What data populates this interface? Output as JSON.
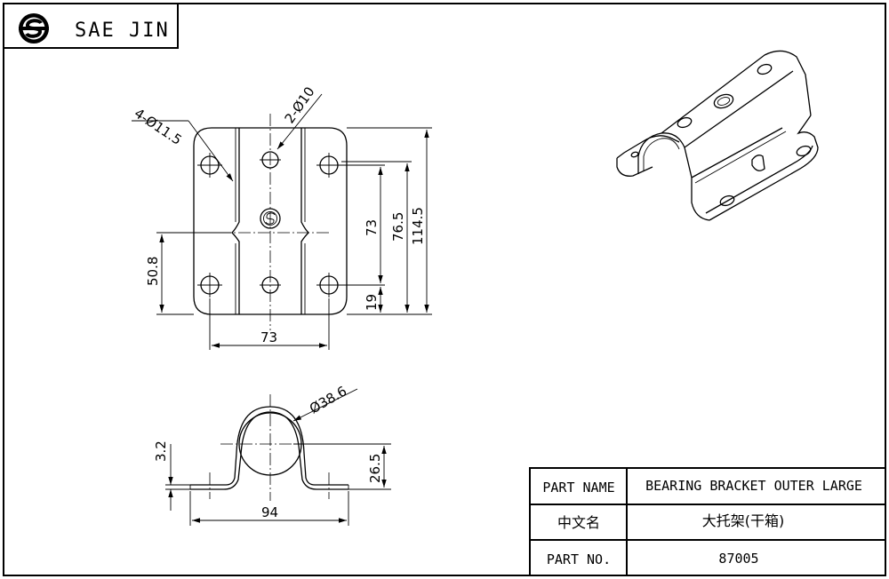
{
  "header": {
    "brand_name": "SAE JIN",
    "logo_icon": "sj-logo-icon"
  },
  "dimensions": {
    "hole_4": "4-Ø11.5",
    "hole_2": "2-Ø10",
    "height_73": "73",
    "height_76_5": "76.5",
    "height_114_5": "114.5",
    "height_50_8": "50.8",
    "height_19": "19",
    "width_73": "73",
    "diameter_38_6": "Ø38.6",
    "thickness_3_2": "3.2",
    "height_26_5": "26.5",
    "width_94": "94"
  },
  "title_block": {
    "part_name_label": "PART NAME",
    "part_name_value": "BEARING BRACKET OUTER LARGE",
    "chinese_name_label": "中文名",
    "chinese_name_value": "大托架(干箱)",
    "part_no_label": "PART NO.",
    "part_no_value": "87005"
  }
}
